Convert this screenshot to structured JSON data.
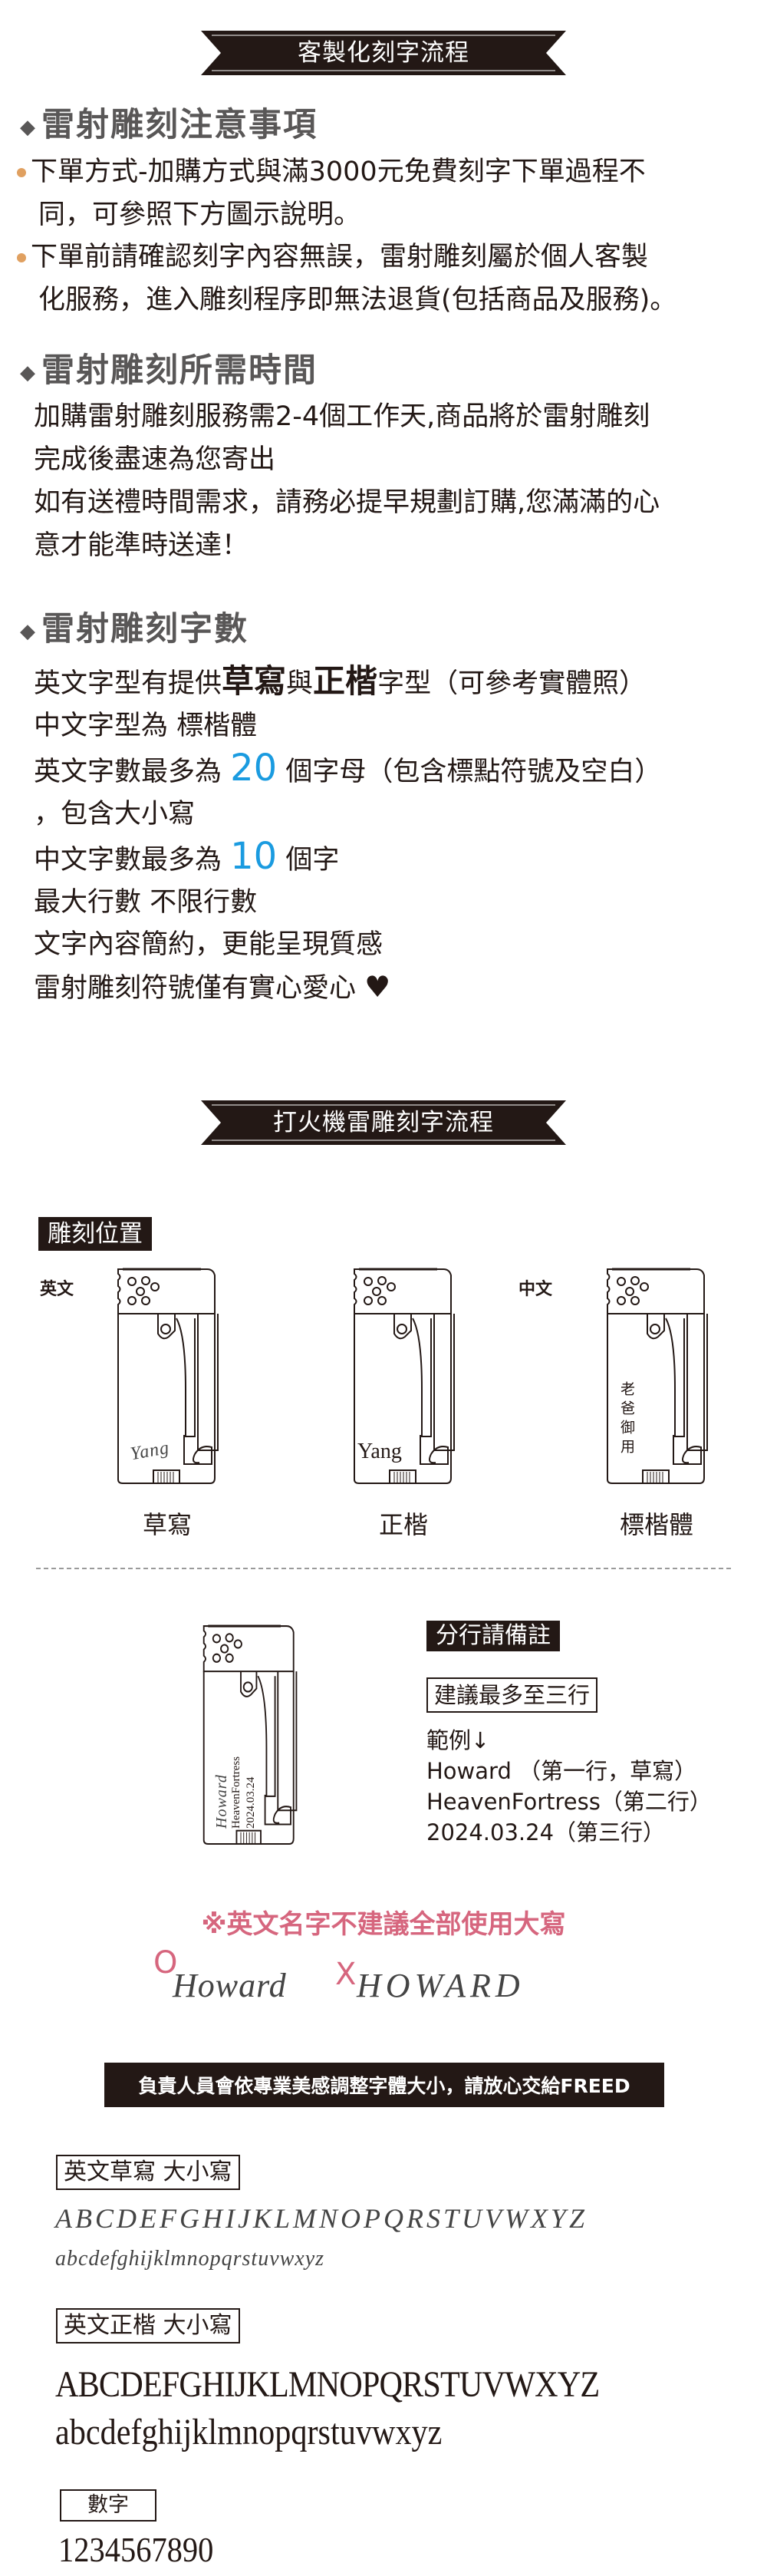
{
  "banner1": "客製化刻字流程",
  "section1": {
    "heading": "雷射雕刻注意事項",
    "bullets": [
      {
        "line1": "下單方式-加購方式與滿3000元免費刻字下單過程不",
        "line2": "同，可參照下方圖示說明。"
      },
      {
        "line1": "下單前請確認刻字內容無誤，雷射雕刻屬於個人客製",
        "line2": "化服務，進入雕刻程序即無法退貨(包括商品及服務)。"
      }
    ]
  },
  "section2": {
    "heading": "雷射雕刻所需時間",
    "lines": [
      "加購雷射雕刻服務需2-4個工作天,商品將於雷射雕刻",
      "完成後盡速為您寄出",
      "如有送禮時間需求，請務必提早規劃訂購,您滿滿的心",
      "意才能準時送達！"
    ]
  },
  "section3": {
    "heading": "雷射雕刻字數",
    "l1a": "英文字型有提供",
    "l1b": "草寫",
    "l1c": "與",
    "l1d": "正楷",
    "l1e": "字型（可參考實體照）",
    "l2": "中文字型為 標楷體",
    "l3a": "英文字數最多為 ",
    "l3num": "20",
    "l3b": " 個字母（包含標點符號及空白）",
    "l4": "，包含大小寫",
    "l5a": "中文字數最多為 ",
    "l5num": "10",
    "l5b": " 個字",
    "l6": "最大行數 不限行數",
    "l7": "文字內容簡約，更能呈現質感",
    "l8": "雷射雕刻符號僅有實心愛心",
    "heart": "♥"
  },
  "banner2": "打火機雷雕刻字流程",
  "position": {
    "label": "雕刻位置",
    "english": "英文",
    "chinese": "中文",
    "samples": [
      {
        "engraving": "Yang",
        "caption": "草寫"
      },
      {
        "engraving": "Yang",
        "caption": "正楷"
      },
      {
        "engraving": "老爸御用",
        "caption": "標楷體"
      }
    ]
  },
  "multiline": {
    "label": "分行請備註",
    "suggest": "建議最多至三行",
    "example_title": "範例↓",
    "example_lines": [
      "Howard （第一行，草寫）",
      "HeavenFortress（第二行）",
      "2024.03.24（第三行）"
    ],
    "engraving_lines": [
      "Howard",
      "HeavenFortress",
      "2024.03.24"
    ]
  },
  "warning": {
    "text": "※英文名字不建議全部使用大寫",
    "good_mark": "O",
    "good": "Howard",
    "bad_mark": "X",
    "bad": "HOWARD"
  },
  "notice": "負責人員會依專業美感調整字體大小，請放心交給FREED",
  "fonts": [
    {
      "label": "英文草寫 大小寫",
      "upper": "ABCDEFGHIJKLMNOPQRSTUVWXYZ",
      "lower": "abcdefghijklmnopqrstuvwxyz"
    },
    {
      "label": "英文正楷 大小寫",
      "upper": "ABCDEFGHIJKLMNOPQRSTUVWXYZ",
      "lower": "abcdefghijklmnopqrstuvwxyz"
    },
    {
      "label": "數字",
      "digits": "1234567890"
    }
  ],
  "colors": {
    "dark": "#231815",
    "heading": "#595757",
    "blue": "#1a9be0",
    "pink": "#d6667e",
    "bullet": "#e0a060"
  }
}
